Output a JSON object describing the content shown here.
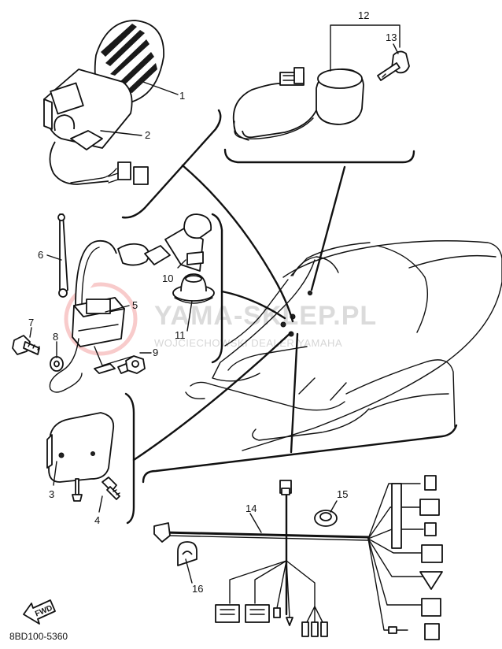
{
  "diagram_code": "8BD100-5360",
  "watermark": {
    "line1": "YAMA-SKLEP.PL",
    "line2": "WOJCIECHOWSKI DEALER YAMAHA",
    "accent_color": "#f2a0a0"
  },
  "fwd_label": "FWD",
  "callouts": {
    "c1": "1",
    "c2": "2",
    "c3": "3",
    "c4": "4",
    "c5": "5",
    "c6": "6",
    "c7": "7",
    "c8": "8",
    "c9": "9",
    "c10": "10",
    "c11": "11",
    "c12": "12",
    "c13": "13",
    "c14": "14",
    "c15": "15",
    "c16": "16"
  }
}
